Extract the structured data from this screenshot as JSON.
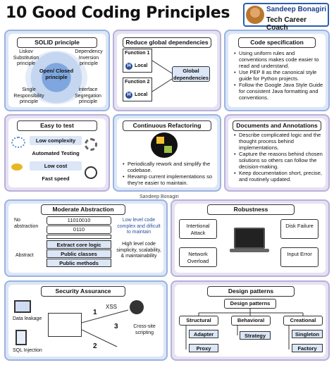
{
  "title": "10 Good Coding Principles",
  "badge": {
    "name": "Sandeep Bonagiri",
    "role": "Tech Career Coach"
  },
  "watermark": "Sandeep Bonagiri",
  "solid": {
    "header": "SOLID principle",
    "center": "Open/ Closed principle",
    "liskov": "Liskov Substitution principle",
    "dependency": "Dependency Inversion principle",
    "single": "Single Responsibility principle",
    "interface": "interface Segregation principle"
  },
  "reduce": {
    "header": "Reduce global dependencies",
    "f1": "Function 1",
    "f2": "Function 2",
    "h": "H",
    "local": "Local",
    "global": "Global dependencies"
  },
  "code_spec": {
    "header": "Code specification",
    "items": [
      "Using uniform rules and conventions makes code easier to read and understand.",
      "Use PEP 8 as the canonical style guide for Python projects.",
      "Follow the Google Java Style Guide for consistent Java formatting and conventions."
    ]
  },
  "easy": {
    "header": "Easy to test",
    "items": [
      "Low complexity",
      "Automated Testing",
      "Low cost",
      "Fast speed"
    ]
  },
  "refactor": {
    "header": "Continuous Refactoring",
    "items": [
      "Periodically rework and simplify the codebase.",
      "Revamp current implementations so they're easier to maintain."
    ]
  },
  "docs": {
    "header": "Documents and Annotations",
    "items": [
      "Describe complicated logic and the thought process behind implementations.",
      "Capture the reasons behind chosen solutions so others can follow the decision-making.",
      "Keep documentation short, precise, and routinely updated."
    ]
  },
  "abstraction": {
    "header": "Moderate Abstraction",
    "no_abstraction": "No abstraction",
    "abstract": "Abstract",
    "binary": [
      "11010010",
      "0110"
    ],
    "layers": [
      "Extract core logic",
      "Public classes",
      "Public methods"
    ],
    "low": "Low level code complex and dificult to maintain",
    "high": "High level code simplicity, scalability, & maintainability"
  },
  "robustness": {
    "header": "Robustness",
    "items": [
      "Intertional Attack",
      "Disk Failure",
      "Network Overload",
      "Input Error"
    ]
  },
  "security": {
    "header": "Security Assurance",
    "data_leakage": "Data leakage",
    "sql": "SQL Injection",
    "xss": "XSS",
    "css": "Cross-site scripting",
    "n1": "1",
    "n2": "2",
    "n3": "3"
  },
  "patterns": {
    "header": "Design patterns",
    "root": "Design patterns",
    "structural": "Structural",
    "behavioral": "Behavioral",
    "creational": "Creational",
    "adapter": "Adapter",
    "proxy": "Proxy",
    "strategy": "Strategy",
    "singleton": "Singleton",
    "factory": "Factory"
  }
}
